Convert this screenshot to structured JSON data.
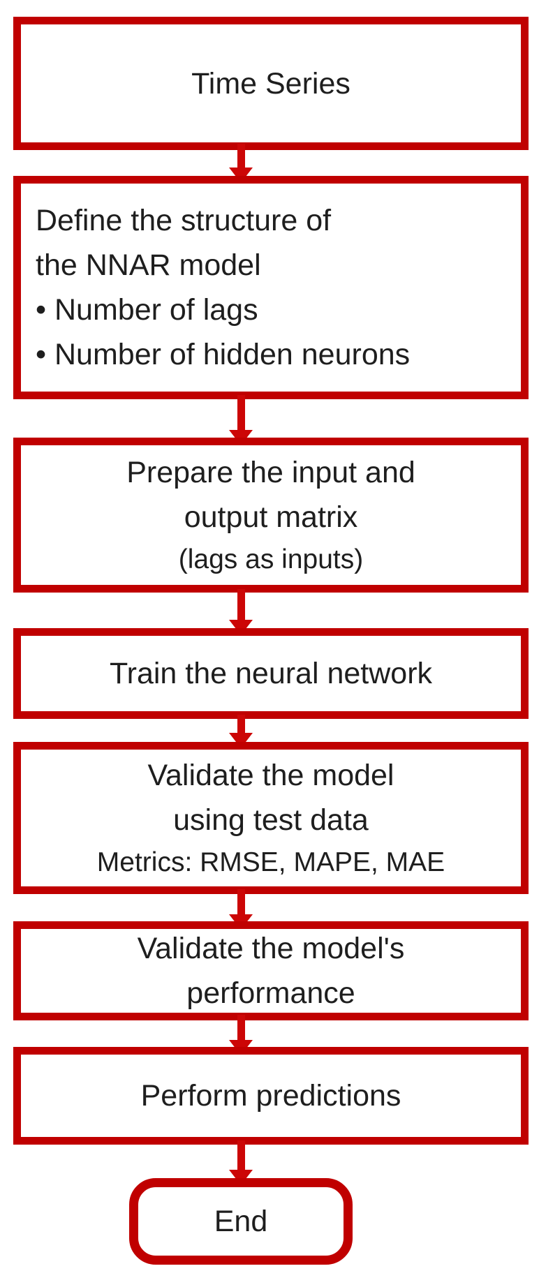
{
  "theme": {
    "accent": "#C00000",
    "arrow": "#CC0606",
    "text": "#1E1E1E",
    "bg": "#FFFFFF"
  },
  "diagram": {
    "type": "flowchart",
    "nodes": {
      "time_series": {
        "label": "Time Series"
      },
      "define_structure": {
        "lines": [
          "Define the structure of",
          "the NNAR model"
        ],
        "bullets": [
          "• Number of lags",
          "• Number of hidden neurons"
        ]
      },
      "prepare_matrix": {
        "lines": [
          "Prepare the input and",
          "output matrix"
        ],
        "note": "(lags as inputs)"
      },
      "train_network": {
        "label": "Train the neural network"
      },
      "validate_test": {
        "lines": [
          "Validate the model",
          "using test data"
        ],
        "note": "Metrics: RMSE, MAPE, MAE"
      },
      "validate_performance": {
        "lines": [
          "Validate the model's",
          "performance"
        ]
      },
      "perform_predictions": {
        "label": "Perform predictions"
      },
      "end": {
        "label": "End"
      }
    }
  }
}
